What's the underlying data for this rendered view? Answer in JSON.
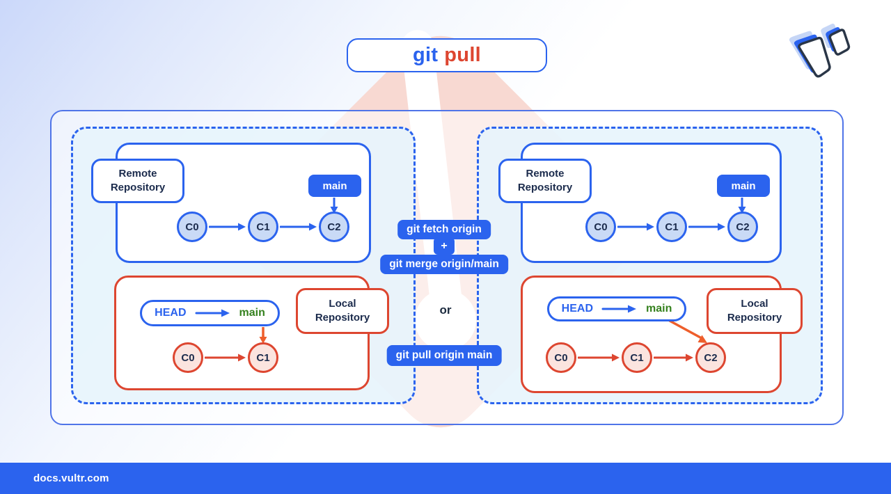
{
  "title": {
    "word_git": "git",
    "word_pull": "pull"
  },
  "commands": {
    "fetch": "git fetch origin",
    "plus": "+",
    "merge": "git merge origin/main",
    "or_label": "or",
    "pull": "git pull origin main"
  },
  "panels": [
    {
      "remote": {
        "label_line1": "Remote",
        "label_line2": "Repository",
        "branch_badge": "main",
        "commits": [
          "C0",
          "C1",
          "C2"
        ]
      },
      "local": {
        "label_line1": "Local",
        "label_line2": "Repository",
        "head_label": "HEAD",
        "branch_label": "main",
        "commits": [
          "C0",
          "C1"
        ]
      }
    },
    {
      "remote": {
        "label_line1": "Remote",
        "label_line2": "Repository",
        "branch_badge": "main",
        "commits": [
          "C0",
          "C1",
          "C2"
        ]
      },
      "local": {
        "label_line1": "Local",
        "label_line2": "Repository",
        "head_label": "HEAD",
        "branch_label": "main",
        "commits": [
          "C0",
          "C1",
          "C2"
        ]
      }
    }
  ],
  "footer": {
    "url": "docs.vultr.com"
  },
  "icons": {
    "top_right": "vultr-logo",
    "background": "vultr-watermark"
  },
  "colors": {
    "blue": "#2b63ee",
    "red": "#dd4630",
    "orange": "#ee5e2b",
    "green": "#35811e",
    "navy": "#1b2b4c",
    "commit_blue": "#c9daf6",
    "commit_pink": "#fbe4df",
    "panel_fill": "rgba(230,244,252,0.88)",
    "watermark": "#f8d9d2",
    "bg_corner": "#cbd8fa",
    "logo_light": "#c6d6f6",
    "logo_outline": "#2a3647"
  }
}
